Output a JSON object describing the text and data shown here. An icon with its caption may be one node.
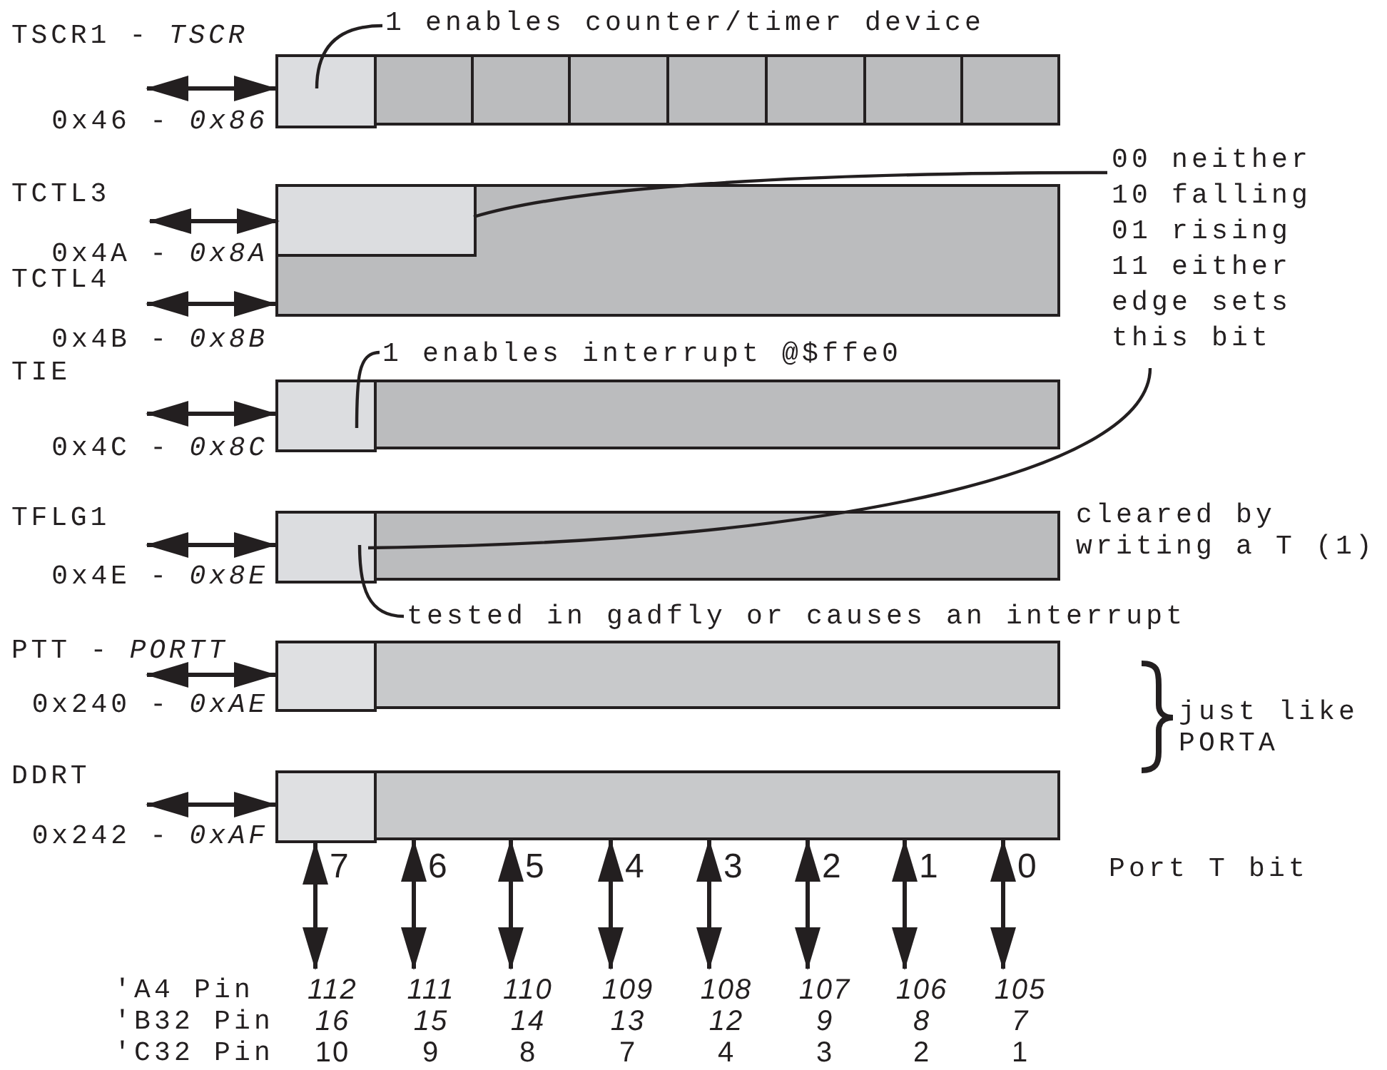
{
  "diagram": {
    "nodes": [
      {
        "text": [
          "TSCR1 - *TSCR*",
          "0x46 - *0x86*"
        ]
      },
      {
        "text": [],
        "shape": "box",
        "in": 0
      },
      {
        "text": [
          "TCTL3",
          "0x4A - *0x8A*",
          "TCTL4",
          "0x4B - *0x8B*"
        ]
      },
      {
        "text": [],
        "shape": "box",
        "in": 2
      },
      {
        "text": [
          "TIE",
          "0x4C - *0x8C*"
        ]
      },
      {
        "text": [],
        "shape": "box",
        "in": 4
      },
      {
        "text": [
          "TFLG1",
          "0x4E - *0x8E*"
        ]
      },
      {
        "text": [],
        "shape": "box",
        "in": 6
      },
      {
        "text": [
          "PTT - *PORTT*",
          "0x240 - *0xAE*"
        ]
      },
      {
        "text": [],
        "shape": "box",
        "in": 8
      },
      {
        "text": [
          "DDRT",
          "0x242 - *0xAF*"
        ]
      },
      {
        "text": [],
        "shape": "box",
        "in": 10
      },
      {
        "text": [
          "1 enables counter/timer device"
        ]
      },
      {
        "text": [
          "00 neither",
          "10 falling",
          "01 rising",
          "11 either edge sets this bit"
        ]
      },
      {
        "text": [
          "1 enables interrupt @$ffe0"
        ]
      },
      {
        "text": [
          "tested in gadfly or causes an interrupt"
        ]
      },
      {
        "text": [
          "112"
        ]
      },
      {
        "text": [
          "111"
        ]
      },
      {
        "text": [
          "110"
        ]
      },
      {
        "text": [
          "109"
        ]
      },
      {
        "text": [
          "108"
        ]
      },
      {
        "text": [
          "107"
        ]
      },
      {
        "text": [
          "106"
        ]
      },
      {
        "text": [
          "105"
        ]
      }
    ],
    "edges": [
      {
        "from": null,
        "to": 1,
        "arrow": "both"
      },
      {
        "from": null,
        "to": 3,
        "arrow": "both"
      },
      {
        "from": null,
        "to": 2,
        "arrow": "both"
      },
      {
        "from": null,
        "to": 5,
        "arrow": "both"
      },
      {
        "from": null,
        "to": 7,
        "arrow": "both"
      },
      {
        "from": null,
        "to": 9,
        "arrow": "both"
      },
      {
        "from": null,
        "to": 11,
        "arrow": "both"
      },
      {
        "from": 12,
        "to": 1,
        "arrow": "none"
      },
      {
        "from": 13,
        "to": 3,
        "arrow": "none"
      },
      {
        "from": 13,
        "to": 7,
        "arrow": "none"
      },
      {
        "from": 14,
        "to": 5,
        "arrow": "none"
      },
      {
        "from": 15,
        "to": 7,
        "arrow": "none"
      },
      {
        "from": 11,
        "to": 16,
        "arrow": "both"
      },
      {
        "from": 10,
        "to": 17,
        "arrow": "both"
      },
      {
        "from": 10,
        "to": 18,
        "arrow": "both"
      },
      {
        "from": 10,
        "to": 19,
        "arrow": "both"
      },
      {
        "from": 10,
        "to": 20,
        "arrow": "both"
      },
      {
        "from": 10,
        "to": 21,
        "arrow": "both"
      },
      {
        "from": 10,
        "to": 22,
        "arrow": "both"
      },
      {
        "from": 10,
        "to": 23,
        "arrow": "both"
      }
    ],
    "labels": [
      "cleared by writing a T (1)",
      "just like PORTA",
      "7",
      "6",
      "5",
      "4",
      "3",
      "2",
      "1",
      "0",
      "Port T bit",
      "'A4 Pin",
      "'B32 Pin",
      "16",
      "15",
      "14",
      "13",
      "12",
      "9",
      "8",
      "7",
      "'C32 Pin",
      "10",
      "9",
      "8",
      "7",
      "4",
      "3",
      "2",
      "1"
    ]
  }
}
